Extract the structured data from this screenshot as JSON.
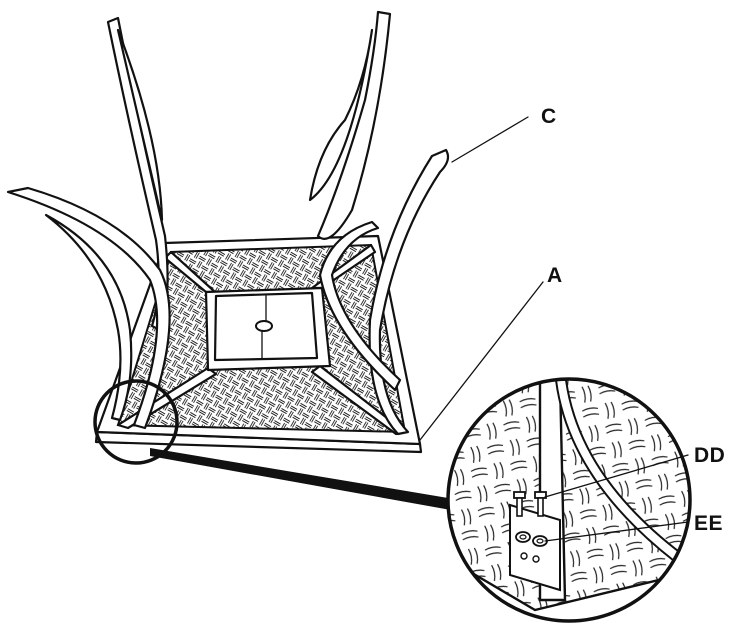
{
  "diagram": {
    "labels": {
      "c": "C",
      "a": "A",
      "dd": "DD",
      "ee": "EE"
    }
  }
}
